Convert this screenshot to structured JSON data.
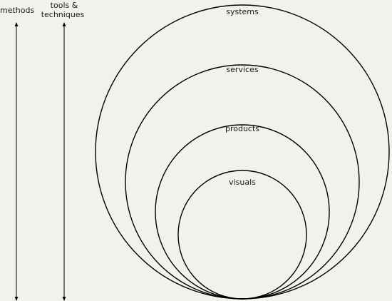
{
  "axes": {
    "left_label": "methods",
    "right_label_line1": "tools &",
    "right_label_line2": "techniques"
  },
  "circles": {
    "outer": "systems",
    "second": "services",
    "third": "products",
    "inner": "visuals"
  },
  "colors": {
    "background": "#f2f2ec",
    "stroke": "#000000",
    "text": "#1a1a1a"
  }
}
